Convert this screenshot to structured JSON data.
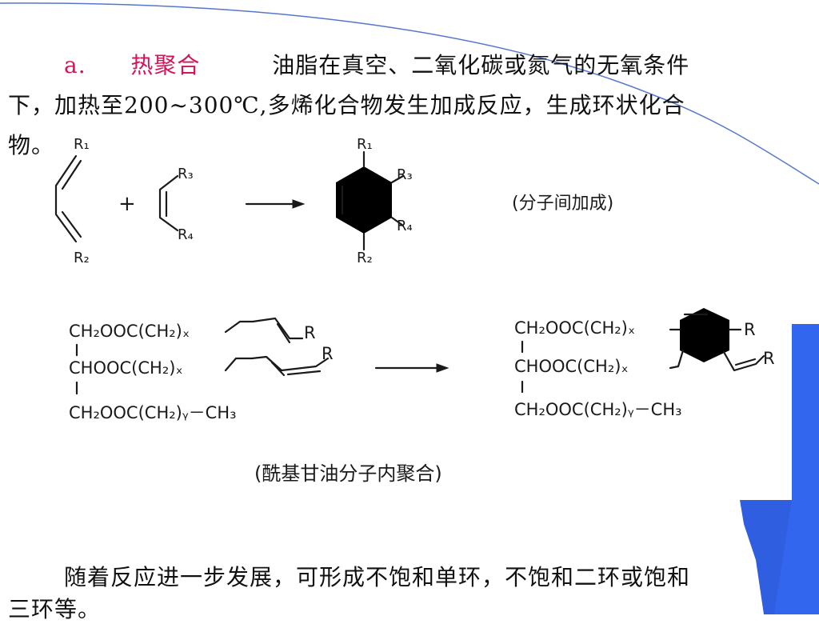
{
  "intro": {
    "label": "a.",
    "term": "热聚合",
    "line1": "油脂在真空、二氧化碳或氮气的无氧条件",
    "line2": "下，加热至200~300℃,多烯化合物发生加成反应，生成环状化合",
    "line3": "物。"
  },
  "scheme1": {
    "diene_r1": "R₁",
    "diene_r2": "R₂",
    "plus": "+",
    "alkene_r3": "R₃",
    "alkene_r4": "R₄",
    "prod_r1": "R₁",
    "prod_r2": "R₂",
    "prod_r3": "R₃",
    "prod_r4": "R₄",
    "note": "(分子间加成)"
  },
  "scheme2": {
    "left": {
      "row1": "CH₂OOC(CH₂)ₓ",
      "row2": "CHOOC(CH₂)ₓ",
      "row3": "CH₂OOC(CH₂)ᵧ－CH₃",
      "r_top": "R",
      "r_mid": "R"
    },
    "right": {
      "row1": "CH₂OOC(CH₂)ₓ",
      "row2": "CHOOC(CH₂)ₓ",
      "row3": "CH₂OOC(CH₂)ᵧ－CH₃",
      "r_top": "R",
      "r_mid": "R"
    },
    "caption": "(酰基甘油分子内聚合)"
  },
  "conclusion": {
    "line1": "随着反应进一步发展，可形成不饱和单环，不饱和二环或饱和",
    "line2": "三环等。"
  },
  "colors": {
    "accent_blue": "#3366ee",
    "term_red": "#d4145a",
    "deco_line": "#5577cc"
  }
}
